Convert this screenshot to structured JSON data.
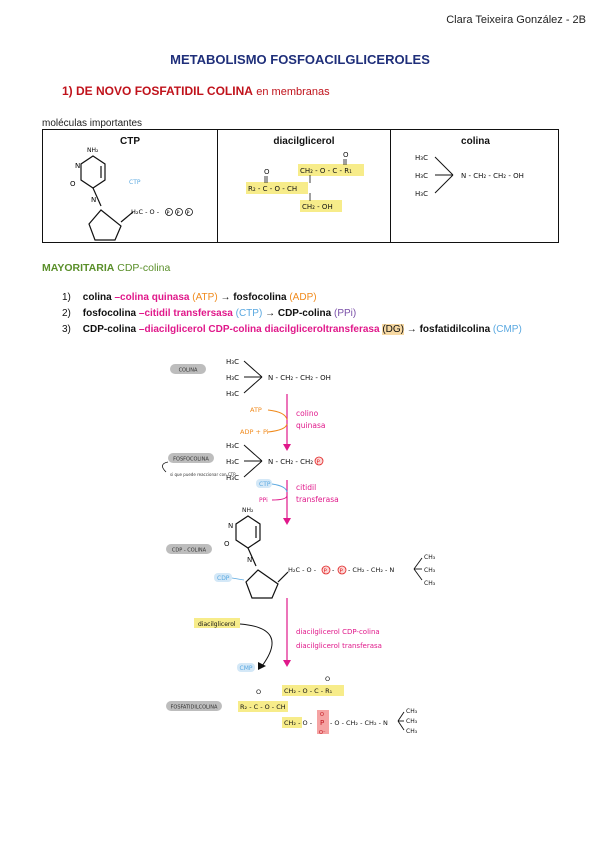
{
  "header": {
    "author": "Clara Teixeira González - 2B"
  },
  "title": "METABOLISMO FOSFOACILGLICEROLES",
  "section1": {
    "number": "1)",
    "heading": "DE NOVO FOSFATIDIL COLINA",
    "subheading": "en membranas"
  },
  "molecules": {
    "caption": "moléculas importantes",
    "headers": [
      "CTP",
      "diacilglicerol",
      "colina"
    ]
  },
  "mayoritaria": {
    "label": "MAYORITARIA",
    "sub": "CDP-colina"
  },
  "steps": [
    {
      "n": "1)",
      "substrate": "colina",
      "enzyme": "–colina quinasa",
      "cofactor": "(ATP)",
      "arrow": "→",
      "product": "fosfocolina",
      "byproduct": "(ADP)"
    },
    {
      "n": "2)",
      "substrate": "fosfocolina",
      "enzyme": "–citidil transfersasa",
      "cofactor": "(CTP)",
      "arrow": "→",
      "product": "CDP-colina",
      "byproduct": "(PPi)"
    },
    {
      "n": "3)",
      "substrate": "CDP-colina",
      "enzyme": "–diacilglicerol CDP-colina diacilglicerol­transferasa",
      "cofactor": "(DG)",
      "arrow": "→",
      "product": "fosfatidilcolina",
      "byproduct": "(CMP)"
    }
  ],
  "diagram": {
    "labels": {
      "colina": "COLINA",
      "fosfocolina": "FOSFOCOLINA",
      "cdpcolina": "CDP - COLINA",
      "fosfatidilcolina": "FOSFATIDILCOLINA"
    },
    "note": "si que puede reaccionar con CTP",
    "atp": "ATP",
    "adp_pi": "ADP + Pi",
    "enzyme1": [
      "colino",
      "quinasa"
    ],
    "ctp": "CTP",
    "ppi": "PPi",
    "enzyme2": [
      "citidil",
      "transferasa"
    ],
    "cdp": "CDP",
    "diacilglicerol": "diacilglicerol",
    "enzyme3": [
      "diacilglicerol CDP-colina",
      "diacilglicerol transferasa"
    ],
    "cmp": "CMP"
  },
  "colors": {
    "title": "#1f2f7a",
    "heading": "#c0121b",
    "green": "#5a8f2a",
    "magenta": "#e0188a",
    "orange": "#f08a1c",
    "blue": "#5aa8e0",
    "yellow": "#f7ec8a"
  }
}
